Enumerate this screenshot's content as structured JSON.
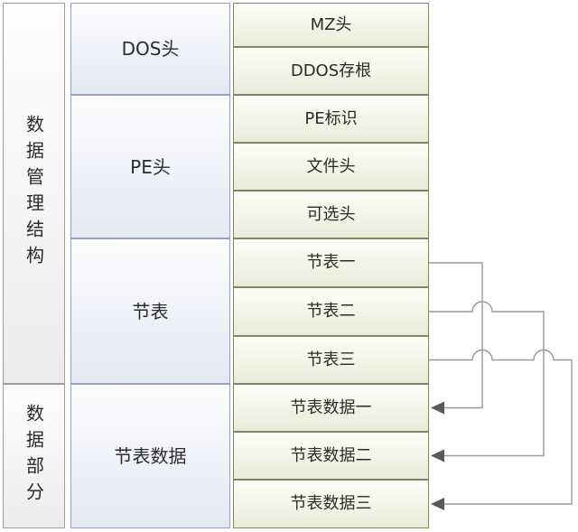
{
  "left_column": {
    "items": [
      {
        "label": "数据管理结构"
      },
      {
        "label": "数据部分"
      }
    ]
  },
  "middle_column": {
    "items": [
      {
        "label": "DOS头"
      },
      {
        "label": "PE头"
      },
      {
        "label": "节表"
      },
      {
        "label": "节表数据"
      }
    ]
  },
  "right_column": {
    "items": [
      {
        "label": "MZ头"
      },
      {
        "label": "DDOS存根"
      },
      {
        "label": "PE标识"
      },
      {
        "label": "文件头"
      },
      {
        "label": "可选头"
      },
      {
        "label": "节表一"
      },
      {
        "label": "节表二"
      },
      {
        "label": "节表三"
      },
      {
        "label": "节表数据一"
      },
      {
        "label": "节表数据二"
      },
      {
        "label": "节表数据三"
      }
    ]
  },
  "arrows": [
    {
      "from": "节表一",
      "to": "节表数据一"
    },
    {
      "from": "节表二",
      "to": "节表数据二"
    },
    {
      "from": "节表三",
      "to": "节表数据三"
    }
  ],
  "colors": {
    "left_fill_bottom": "#ececec",
    "left_border": "#9d9d9d",
    "middle_fill_bottom": "#e3e8f3",
    "middle_border": "#96a0b8",
    "right_fill_bottom": "#e9ecd8",
    "right_border": "#7d8664",
    "arrow_line": "#999999",
    "arrow_head": "#595959",
    "text": "#2b2b2b"
  }
}
